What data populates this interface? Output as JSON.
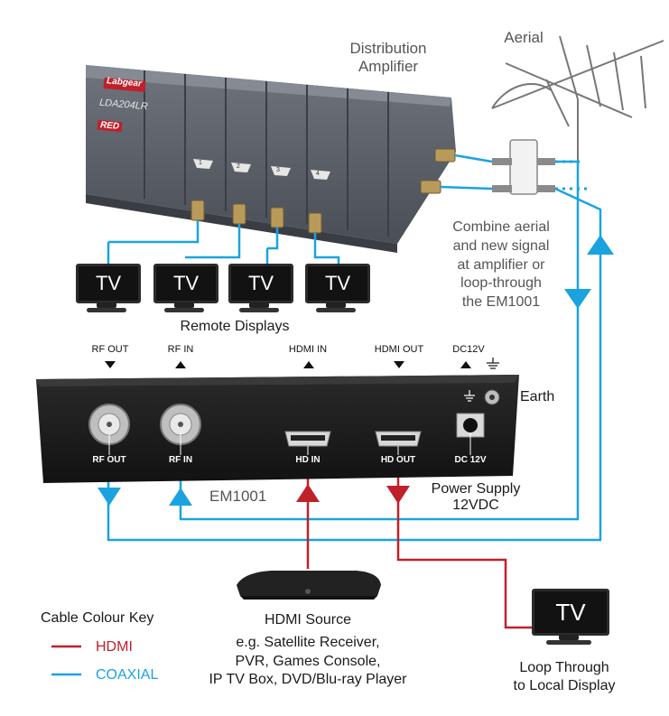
{
  "amplifier": {
    "title_line1": "Distribution",
    "title_line2": "Amplifier",
    "brand": "Labgear",
    "model": "LDA204LR",
    "badge": "RED",
    "ports": [
      "1",
      "2",
      "3",
      "4"
    ]
  },
  "aerial": {
    "label": "Aerial"
  },
  "combine_note": [
    "Combine aerial",
    "and new signal",
    "at amplifier or",
    "loop-through",
    "the EM1001"
  ],
  "remote_displays": {
    "label": "Remote Displays",
    "tv_label": "TV"
  },
  "em1001": {
    "name": "EM1001",
    "top_labels": [
      "RF OUT",
      "RF IN",
      "HDMI IN",
      "HDMI OUT",
      "DC12V"
    ],
    "port_labels": [
      "RF OUT",
      "RF IN",
      "HD IN",
      "HD OUT",
      "DC 12V"
    ],
    "earth_label": "Earth",
    "power_line1": "Power Supply",
    "power_line2": "12VDC"
  },
  "hdmi_source": {
    "title": "HDMI Source",
    "line1": "e.g. Satellite Receiver,",
    "line2": "PVR, Games Console,",
    "line3": "IP TV Box, DVD/Blu-ray Player"
  },
  "local_display": {
    "tv_label": "TV",
    "line1": "Loop Through",
    "line2": "to Local Display"
  },
  "key": {
    "title": "Cable Colour Key",
    "hdmi": "HDMI",
    "coax": "COAXIAL",
    "hdmi_color": "#c0202a",
    "coax_color": "#1ba3e0"
  }
}
